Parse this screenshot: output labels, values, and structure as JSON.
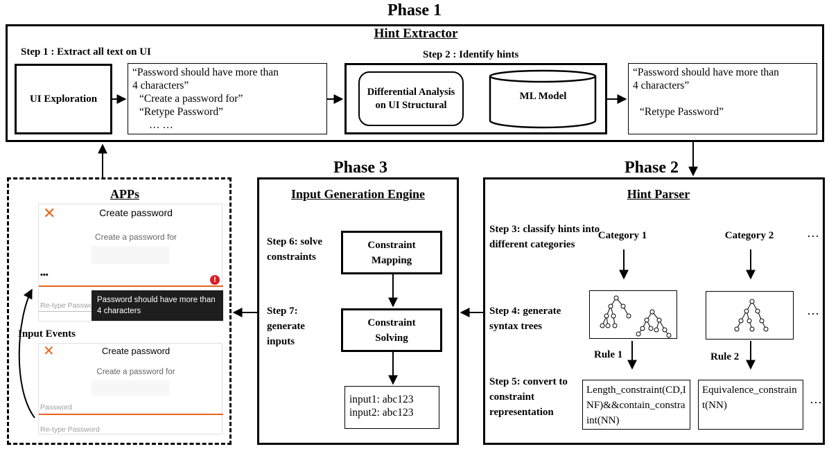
{
  "phase1": {
    "title": "Phase 1",
    "box_title": "Hint Extractor",
    "step1": "Step 1 : Extract all text on UI",
    "step2": "Step 2 : Identify hints",
    "ui_exploration": "UI Exploration",
    "extracted_text": [
      "“Password should have more than",
      "4 characters”",
      "“Create a password for”",
      "“Retype Password”",
      "… …"
    ],
    "differential": "Differential Analysis on UI Structural",
    "ml_model": "ML Model",
    "identified_hints": [
      "“Password should have more than",
      "4 characters”",
      "“Retype Password”"
    ]
  },
  "phase2": {
    "title": "Phase 2",
    "box_title": "Hint Parser",
    "step3": "Step 3: classify hints into different categories",
    "step4": "Step 4: generate syntax trees",
    "step5": "Step 5: convert to constraint representation",
    "category1": "Category 1",
    "category2": "Category 2",
    "rule1": "Rule 1",
    "rule2": "Rule 2",
    "constraint1": "Length_constraint(CD,INF)&&contain_constraint(NN)",
    "constraint2": "Equivalence_constraint(NN)",
    "ellipsis": "…"
  },
  "phase3": {
    "title": "Phase 3",
    "box_title": "Input Generation Engine",
    "step6": "Step 6: solve constraints",
    "step7": "Step 7: generate inputs",
    "constraint_mapping": "Constraint Mapping",
    "constraint_solving": "Constraint Solving",
    "input1": "input1: abc123",
    "input2": "input2: abc123"
  },
  "apps": {
    "title": "APPs",
    "input_events": "Input Events",
    "screen1": {
      "title": "Create password",
      "subtitle": "Create a password for",
      "typed": "•••",
      "retype_placeholder": "Re-type Passwo",
      "error_tooltip": "Password should have more than 4 characters",
      "error_icon": "!"
    },
    "screen2": {
      "title": "Create password",
      "subtitle": "Create a password for",
      "password_placeholder": "Password",
      "retype_placeholder": "Re-type Password"
    },
    "colors": {
      "accent": "#e8641b",
      "tooltip": "#1e1e1e",
      "error": "#d81f26"
    }
  }
}
